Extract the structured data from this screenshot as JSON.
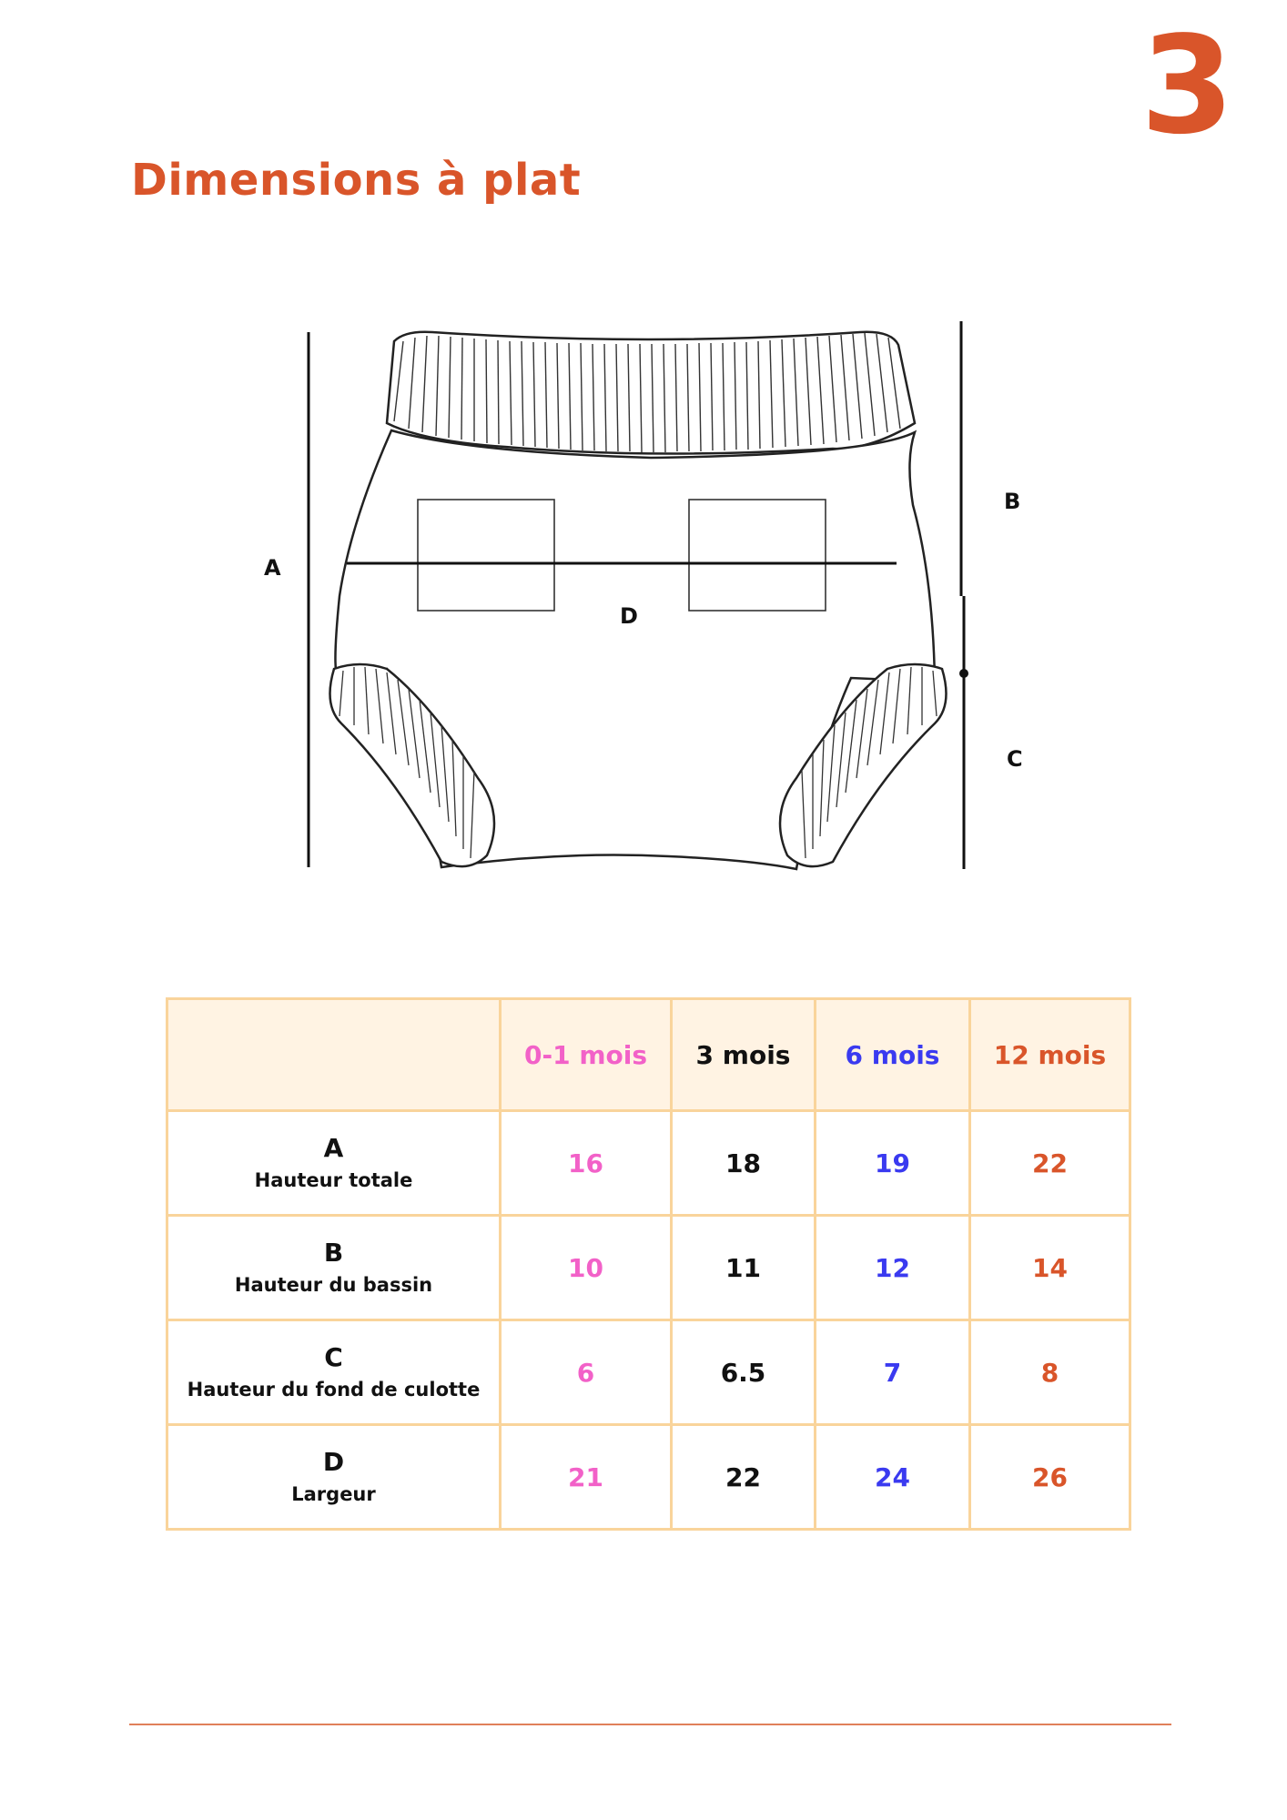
{
  "page_number": "3",
  "title": "Dimensions à plat",
  "figure": {
    "labels": {
      "a": "A",
      "b": "B",
      "c": "C",
      "d": "D"
    }
  },
  "table": {
    "corner": "",
    "columns": [
      {
        "label": "0-1 mois",
        "color": "#f261c8"
      },
      {
        "label": "3 mois",
        "color": "#111111"
      },
      {
        "label": "6 mois",
        "color": "#3a3af0"
      },
      {
        "label": "12 mois",
        "color": "#d9552a"
      }
    ],
    "rows": [
      {
        "letter": "A",
        "name": "Hauteur  totale",
        "values": [
          "16",
          "18",
          "19",
          "22"
        ]
      },
      {
        "letter": "B",
        "name": "Hauteur du bassin",
        "values": [
          "10",
          "11",
          "12",
          "14"
        ]
      },
      {
        "letter": "C",
        "name": "Hauteur du fond de culotte",
        "values": [
          "6",
          "6.5",
          "7",
          "8"
        ]
      },
      {
        "letter": "D",
        "name": "Largeur",
        "values": [
          "21",
          "22",
          "24",
          "26"
        ]
      }
    ]
  },
  "colors": {
    "accent": "#d9552a",
    "table_border": "#f9d49b",
    "table_header_bg": "#fff3e3"
  }
}
